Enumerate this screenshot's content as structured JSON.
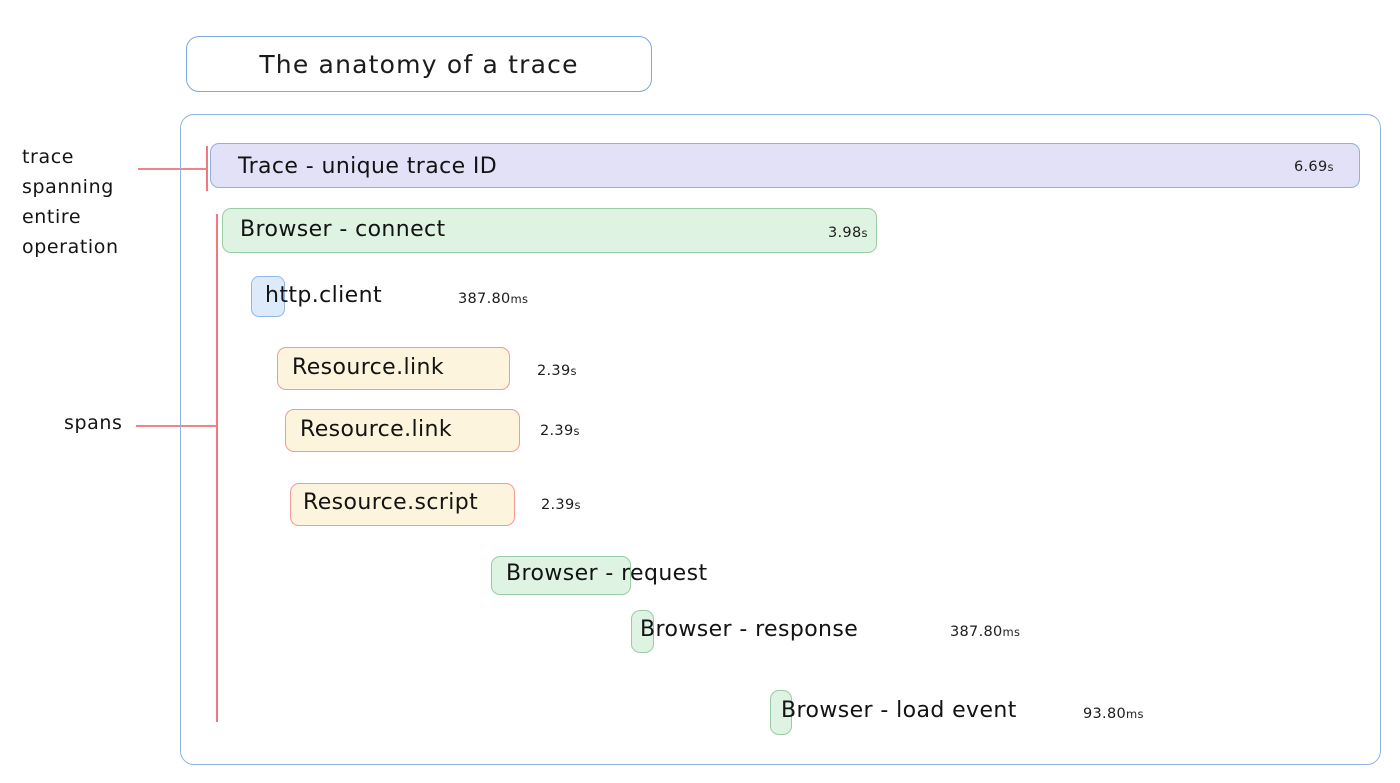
{
  "title": {
    "text": "The anatomy of a trace"
  },
  "annotations": [
    {
      "id": "trace",
      "text": "trace\nspanning\nentire\noperation"
    },
    {
      "id": "spans",
      "text": "spans"
    }
  ],
  "colors": {
    "container_border": "#8fb3e3",
    "title_border": "#7da7e0",
    "annotation_line": "#f4767e",
    "trace_bar_fill": "#e3e1f7",
    "trace_bar_border": "#8fb0e0",
    "browser_bar_fill": "#dff3e2",
    "browser_bar_border": "#97cda4",
    "http_bar_fill": "#dceaf9",
    "http_bar_border": "#8fb8e8",
    "resource_bar_fill": "#fdf4dd",
    "resource_bar_border": "#f09a9a",
    "text": "#131313"
  },
  "spans": [
    {
      "id": "trace",
      "label": "Trace - unique trace ID",
      "duration": "6.69",
      "unit": "s",
      "duration_inside": true
    },
    {
      "id": "connect",
      "label": "Browser - connect",
      "duration": "3.98",
      "unit": "s",
      "duration_inside": true
    },
    {
      "id": "httpclient",
      "label": "http.client",
      "duration": "387.80",
      "unit": "ms",
      "duration_inside": false
    },
    {
      "id": "res1",
      "label": "Resource.link",
      "duration": "2.39",
      "unit": "s",
      "duration_inside": false
    },
    {
      "id": "res2",
      "label": "Resource.link",
      "duration": "2.39",
      "unit": "s",
      "duration_inside": false
    },
    {
      "id": "res3",
      "label": "Resource.script",
      "duration": "2.39",
      "unit": "s",
      "duration_inside": false
    },
    {
      "id": "request",
      "label": "Browser - request",
      "duration": "",
      "unit": "",
      "duration_inside": false
    },
    {
      "id": "response",
      "label": "Browser - response",
      "duration": "387.80",
      "unit": "ms",
      "duration_inside": false
    },
    {
      "id": "loadevent",
      "label": "Browser - load event",
      "duration": "93.80",
      "unit": "ms",
      "duration_inside": false
    }
  ]
}
